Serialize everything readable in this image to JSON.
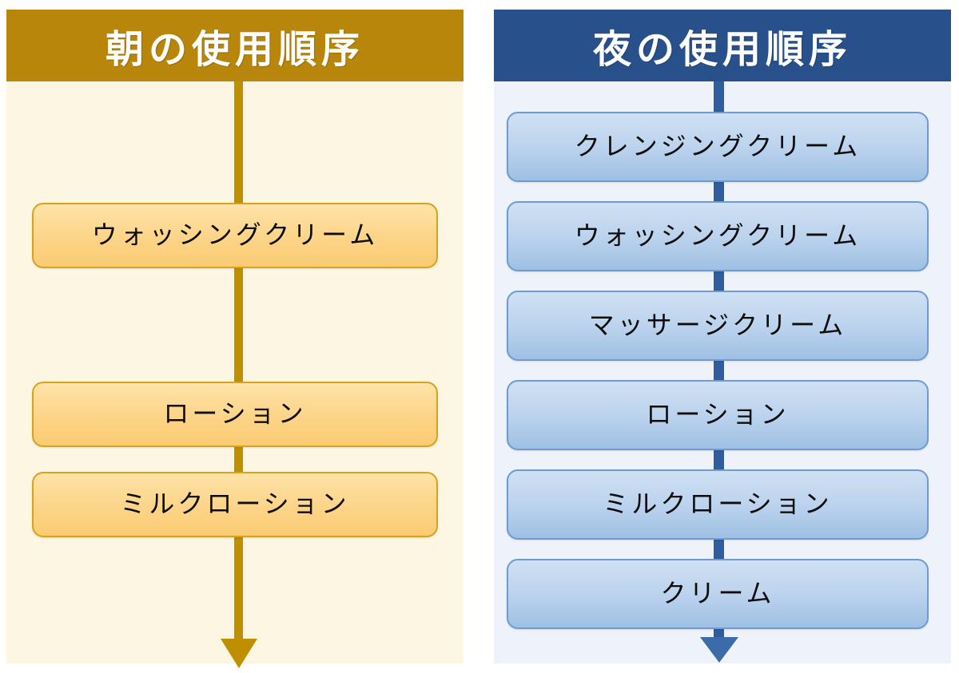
{
  "panels": [
    {
      "id": "morning",
      "title": "朝の使用順序",
      "header_color": "#B8860B",
      "panel_background": "#FDF6E3",
      "connector_color": "#BF8F00",
      "box_fill": "#FCD488",
      "box_border": "#D9A21B",
      "steps": [
        {
          "label": "ウォッシングクリーム"
        },
        {
          "label": "ローション"
        },
        {
          "label": "ミルクローション"
        }
      ]
    },
    {
      "id": "night",
      "title": "夜の使用順序",
      "header_color": "#28518C",
      "panel_background": "#EDF2FB",
      "connector_color": "#2E5E9E",
      "box_fill": "#BDD4EE",
      "box_border": "#6E9BD2",
      "steps": [
        {
          "label": "クレンジングクリーム"
        },
        {
          "label": "ウォッシングクリーム"
        },
        {
          "label": "マッサージクリーム"
        },
        {
          "label": "ローション"
        },
        {
          "label": "ミルクローション"
        },
        {
          "label": "クリーム"
        }
      ]
    }
  ]
}
